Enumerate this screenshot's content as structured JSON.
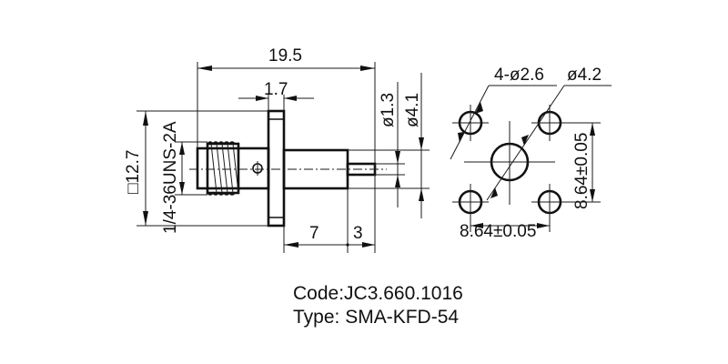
{
  "drawing": {
    "title": "SMA connector flange mount drawing",
    "side_view": {
      "overall_length": "19.5",
      "flange_thickness": "1.7",
      "flange_square": "□12.7",
      "thread_spec": "1/4-36UNS-2A",
      "body_length": "7",
      "pin_length": "3",
      "pin_diameter": "ø1.3",
      "body_diameter": "ø4.1"
    },
    "front_view": {
      "mount_holes": "4-ø2.6",
      "center_hole": "ø4.2",
      "hole_spacing_horizontal": "8.64±0.05",
      "hole_spacing_vertical": "8.64±0.05"
    }
  },
  "caption": {
    "code": "Code:JC3.660.1016",
    "type": "Type: SMA-KFD-54"
  },
  "colors": {
    "line": "#111111",
    "background": "#ffffff"
  }
}
